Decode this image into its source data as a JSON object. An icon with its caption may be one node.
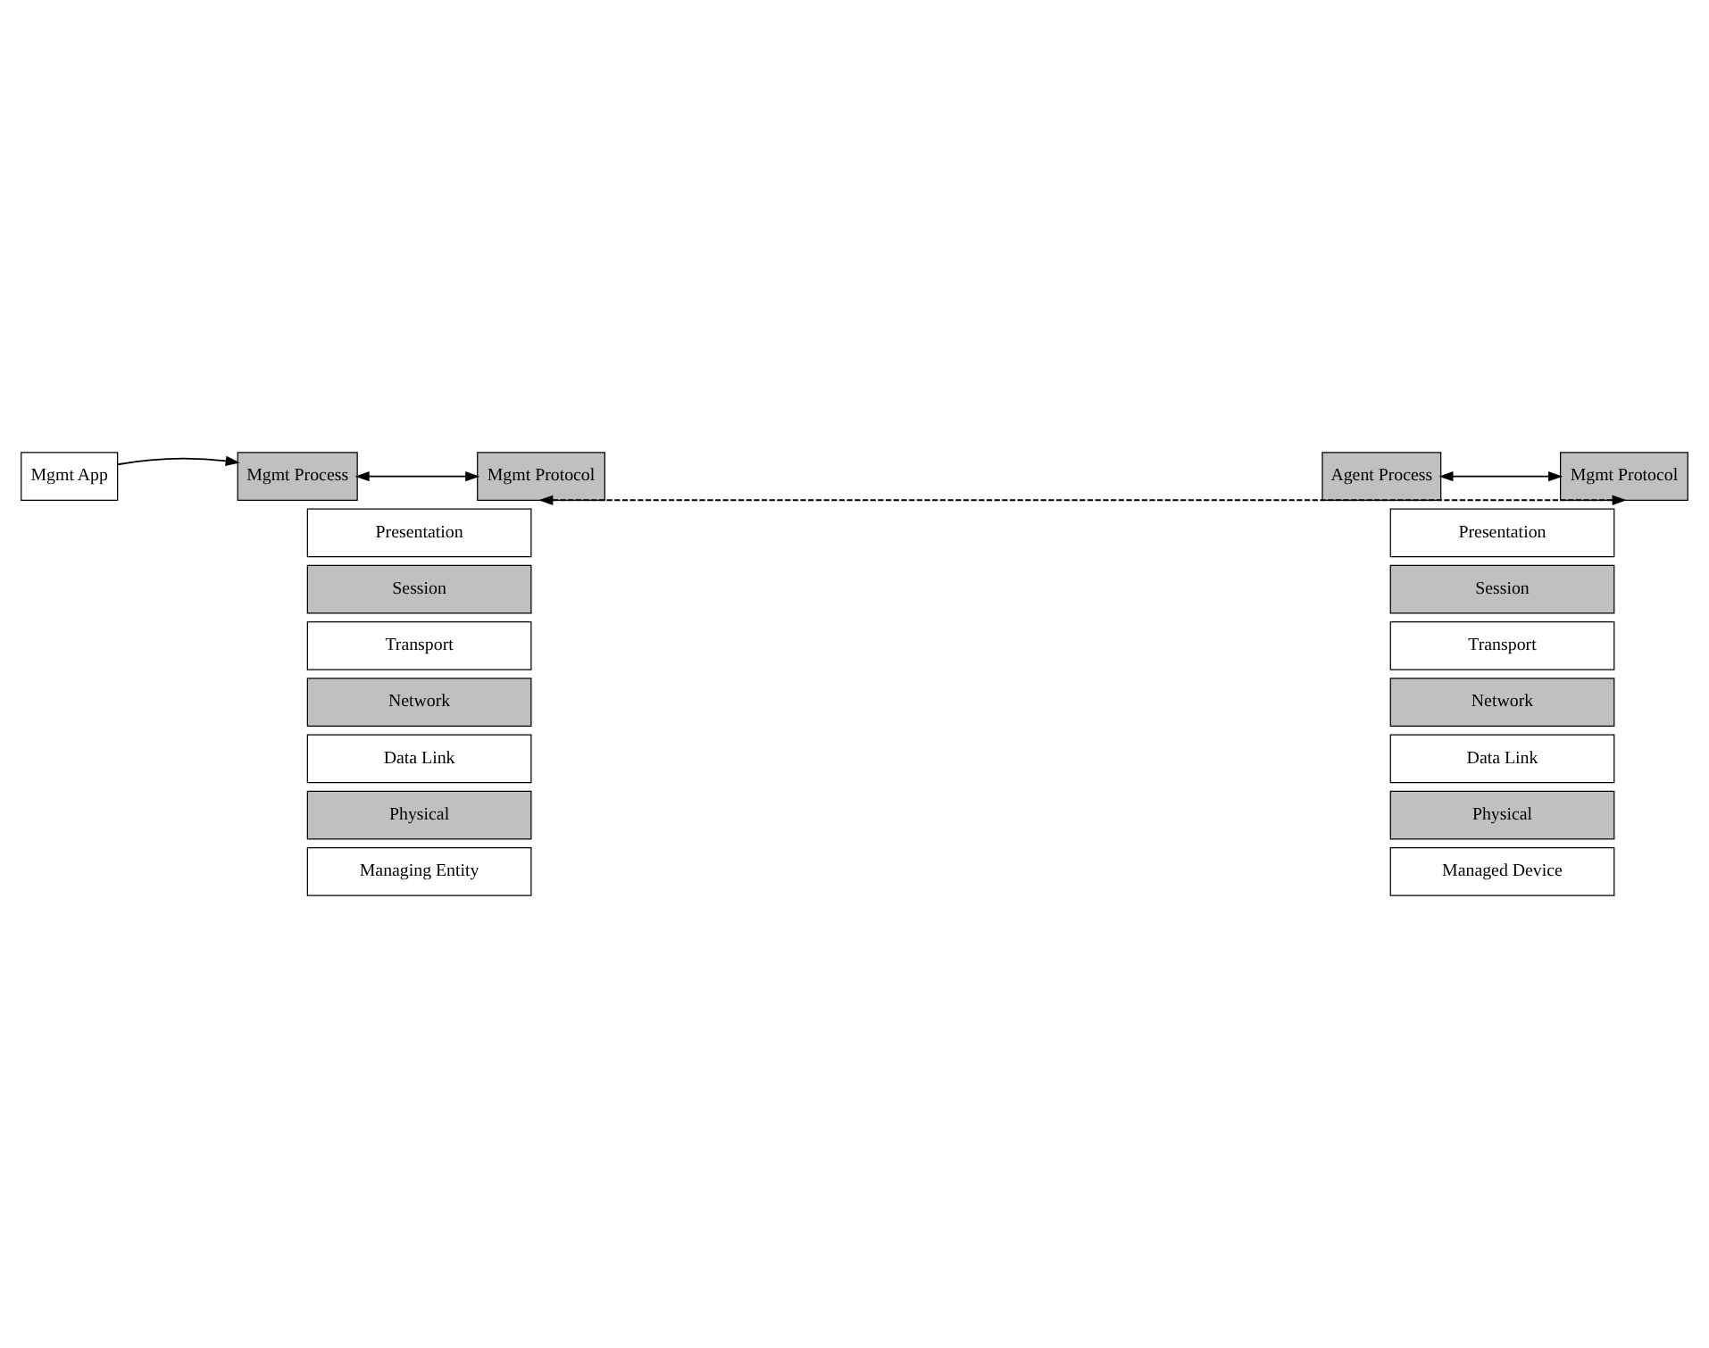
{
  "diagram": {
    "nodes": [
      {
        "text": [
          "Mgmt App"
        ]
      },
      {
        "text": [
          "Mgmt Process"
        ]
      },
      {
        "text": [
          "Mgmt Protocol"
        ]
      },
      {
        "text": [
          "Presentation"
        ]
      },
      {
        "text": [
          "Session"
        ]
      },
      {
        "text": [
          "Transport"
        ]
      },
      {
        "text": [
          "Network"
        ]
      },
      {
        "text": [
          "Data Link"
        ]
      },
      {
        "text": [
          "Physical"
        ]
      },
      {
        "text": [
          "Agent Process"
        ]
      },
      {
        "text": [
          "Mgmt Protocol"
        ]
      },
      {
        "text": [
          "Presentation"
        ]
      },
      {
        "text": [
          "Session"
        ]
      },
      {
        "text": [
          "Transport"
        ]
      },
      {
        "text": [
          "Network"
        ]
      },
      {
        "text": [
          "Data Link"
        ]
      },
      {
        "text": [
          "Physical"
        ]
      },
      {
        "text": [
          "Managing Entity"
        ]
      },
      {
        "text": [
          "Managed Device"
        ]
      }
    ],
    "edges": [
      {
        "from": 0,
        "to": 1,
        "arrow": "to"
      },
      {
        "from": 1,
        "to": 2,
        "arrow": "both"
      },
      {
        "from": 9,
        "to": 10,
        "arrow": "both"
      },
      {
        "from": 2,
        "to": 10,
        "arrow": "both",
        "style": "dashed"
      }
    ]
  }
}
